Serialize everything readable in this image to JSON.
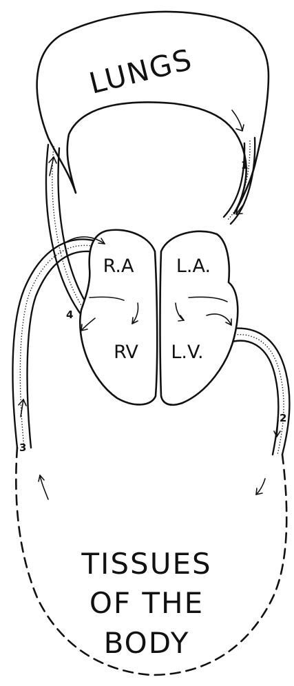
{
  "organs": {
    "lungs": "LUNGS",
    "tissues_line1": "TISSUES",
    "tissues_line2": "OF THE",
    "tissues_line3": "BODY"
  },
  "heart": {
    "right_atrium": "R.A",
    "left_atrium": "L.A.",
    "right_ventricle": "RV",
    "left_ventricle": "L.V."
  },
  "pathway_numbers": [
    "1",
    "2",
    "3",
    "4"
  ]
}
